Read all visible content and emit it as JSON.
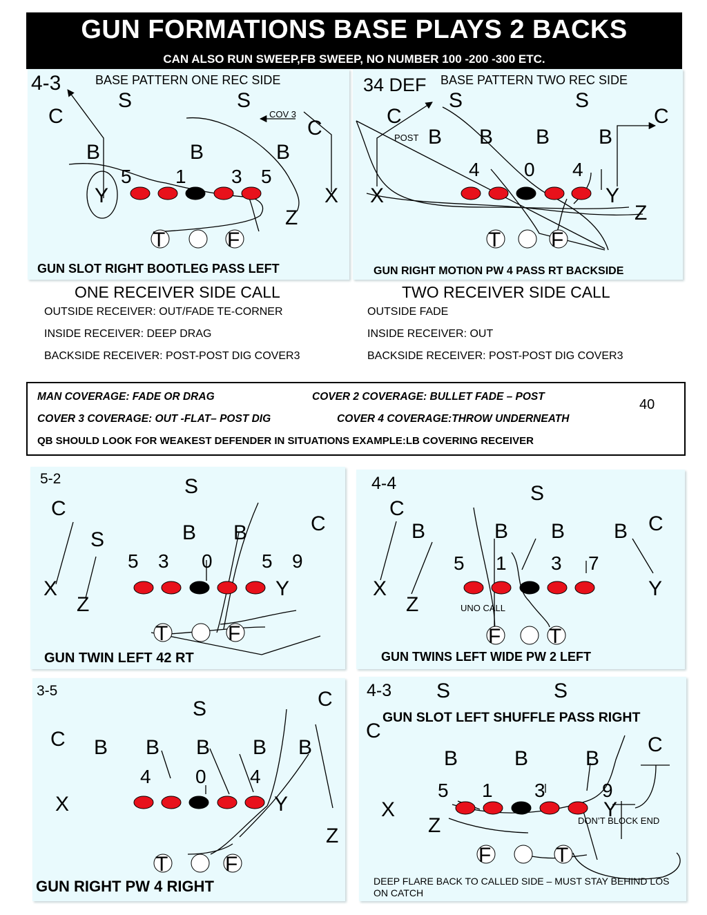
{
  "header": {
    "title": "GUN FORMATIONS BASE PLAYS 2 BACKS",
    "subtitle": "CAN ALSO RUN SWEEP,FB SWEEP, NO NUMBER 100 -200 -300 ETC."
  },
  "colors": {
    "lineman": "#e8111b",
    "center": "#000000",
    "panel_bg": "#e9fafd"
  },
  "panels": [
    {
      "defense": "4-3",
      "pattern_label": "BASE PATTERN ONE REC SIDE",
      "note": "COV 3",
      "players": {
        "s1": "S",
        "s2": "S",
        "c1": "C",
        "c2": "C",
        "b1": "B",
        "b2": "B",
        "b3": "B",
        "n1": "5",
        "n2": "1",
        "n3": "3",
        "n4": "5",
        "y": "Y",
        "x": "X",
        "z": "Z",
        "t": "T",
        "f": "F"
      },
      "play_name": "GUN SLOT RIGHT BOOTLEG PASS LEFT"
    },
    {
      "defense": "34 DEF",
      "pattern_label": "BASE PATTERN TWO REC SIDE",
      "note": "POST",
      "players": {
        "s1": "S",
        "s2": "S",
        "c1": "C",
        "c2": "C",
        "b1": "B",
        "b2": "B",
        "b3": "B",
        "b4": "B",
        "n1": "4",
        "n2": "0",
        "n3": "4",
        "x": "X",
        "y": "Y",
        "z": "Z",
        "t": "T",
        "f": "F"
      },
      "play_name": "GUN RIGHT MOTION PW 4 PASS RT BACKSIDE"
    },
    {
      "defense": "5-2",
      "players": {
        "s1": "S",
        "s2": "S",
        "c1": "C",
        "c2": "C",
        "b1": "B",
        "b2": "B",
        "n1": "5",
        "n2": "3",
        "n3": "0",
        "n4": "5",
        "n5": "9",
        "x": "X",
        "z": "Z",
        "y": "Y",
        "t": "T",
        "f": "F"
      },
      "play_name": "GUN TWIN LEFT 42 RT"
    },
    {
      "defense": "4-4",
      "note": "UNO CALL",
      "players": {
        "s1": "S",
        "c1": "C",
        "c2": "C",
        "b1": "B",
        "b2": "B",
        "b3": "B",
        "b4": "B",
        "n1": "5",
        "n2": "1",
        "n3": "3",
        "n4": "7",
        "x": "X",
        "z": "Z",
        "y": "Y",
        "f": "F",
        "t": "T"
      },
      "play_name": "GUN TWINS LEFT WIDE PW 2 LEFT"
    },
    {
      "defense": "3-5",
      "players": {
        "s1": "S",
        "c1": "C",
        "c2": "C",
        "b1": "B",
        "b2": "B",
        "b3": "B",
        "b4": "B",
        "b5": "B",
        "n1": "4",
        "n2": "0",
        "n3": "4",
        "x": "X",
        "y": "Y",
        "z": "Z",
        "t": "T",
        "f": "F"
      },
      "play_name": "GUN RIGHT PW 4 RIGHT"
    },
    {
      "defense": "4-3",
      "title": "GUN SLOT LEFT SHUFFLE PASS RIGHT",
      "note": "DON’T BLOCK END",
      "footnote": "DEEP FLARE BACK TO CALLED SIDE – MUST STAY BEHIND LOS ON CATCH",
      "players": {
        "s1": "S",
        "s2": "S",
        "c1": "C",
        "c2": "C",
        "b1": "B",
        "b2": "B",
        "b3": "B",
        "n1": "5",
        "n2": "1",
        "n3": "3",
        "n4": "9",
        "x": "X",
        "z": "Z",
        "y": "Y",
        "f": "F",
        "t": "T"
      }
    }
  ],
  "calls": {
    "one": {
      "heading": "ONE RECEIVER SIDE CALL",
      "lines": [
        "OUTSIDE RECEIVER: OUT/FADE TE-CORNER",
        "INSIDE RECEIVER: DEEP DRAG",
        "BACKSIDE RECEIVER: POST-POST DIG COVER3"
      ]
    },
    "two": {
      "heading": "TWO RECEIVER SIDE CALL",
      "lines": [
        "OUTSIDE FADE",
        "INSIDE RECEIVER: OUT",
        "BACKSIDE RECEIVER: POST-POST DIG COVER3"
      ]
    }
  },
  "coverage_notes": {
    "man": "MAN COVERAGE: FADE OR DRAG",
    "cover2": "COVER 2 COVERAGE: BULLET FADE – POST",
    "cover3": "COVER 3 COVERAGE: OUT -FLAT– POST DIG",
    "cover4": "COVER 4 COVERAGE:THROW UNDERNEATH",
    "qb": "QB SHOULD LOOK FOR WEAKEST DEFENDER IN SITUATIONS EXAMPLE:LB COVERING RECEIVER",
    "page_number": "40"
  }
}
